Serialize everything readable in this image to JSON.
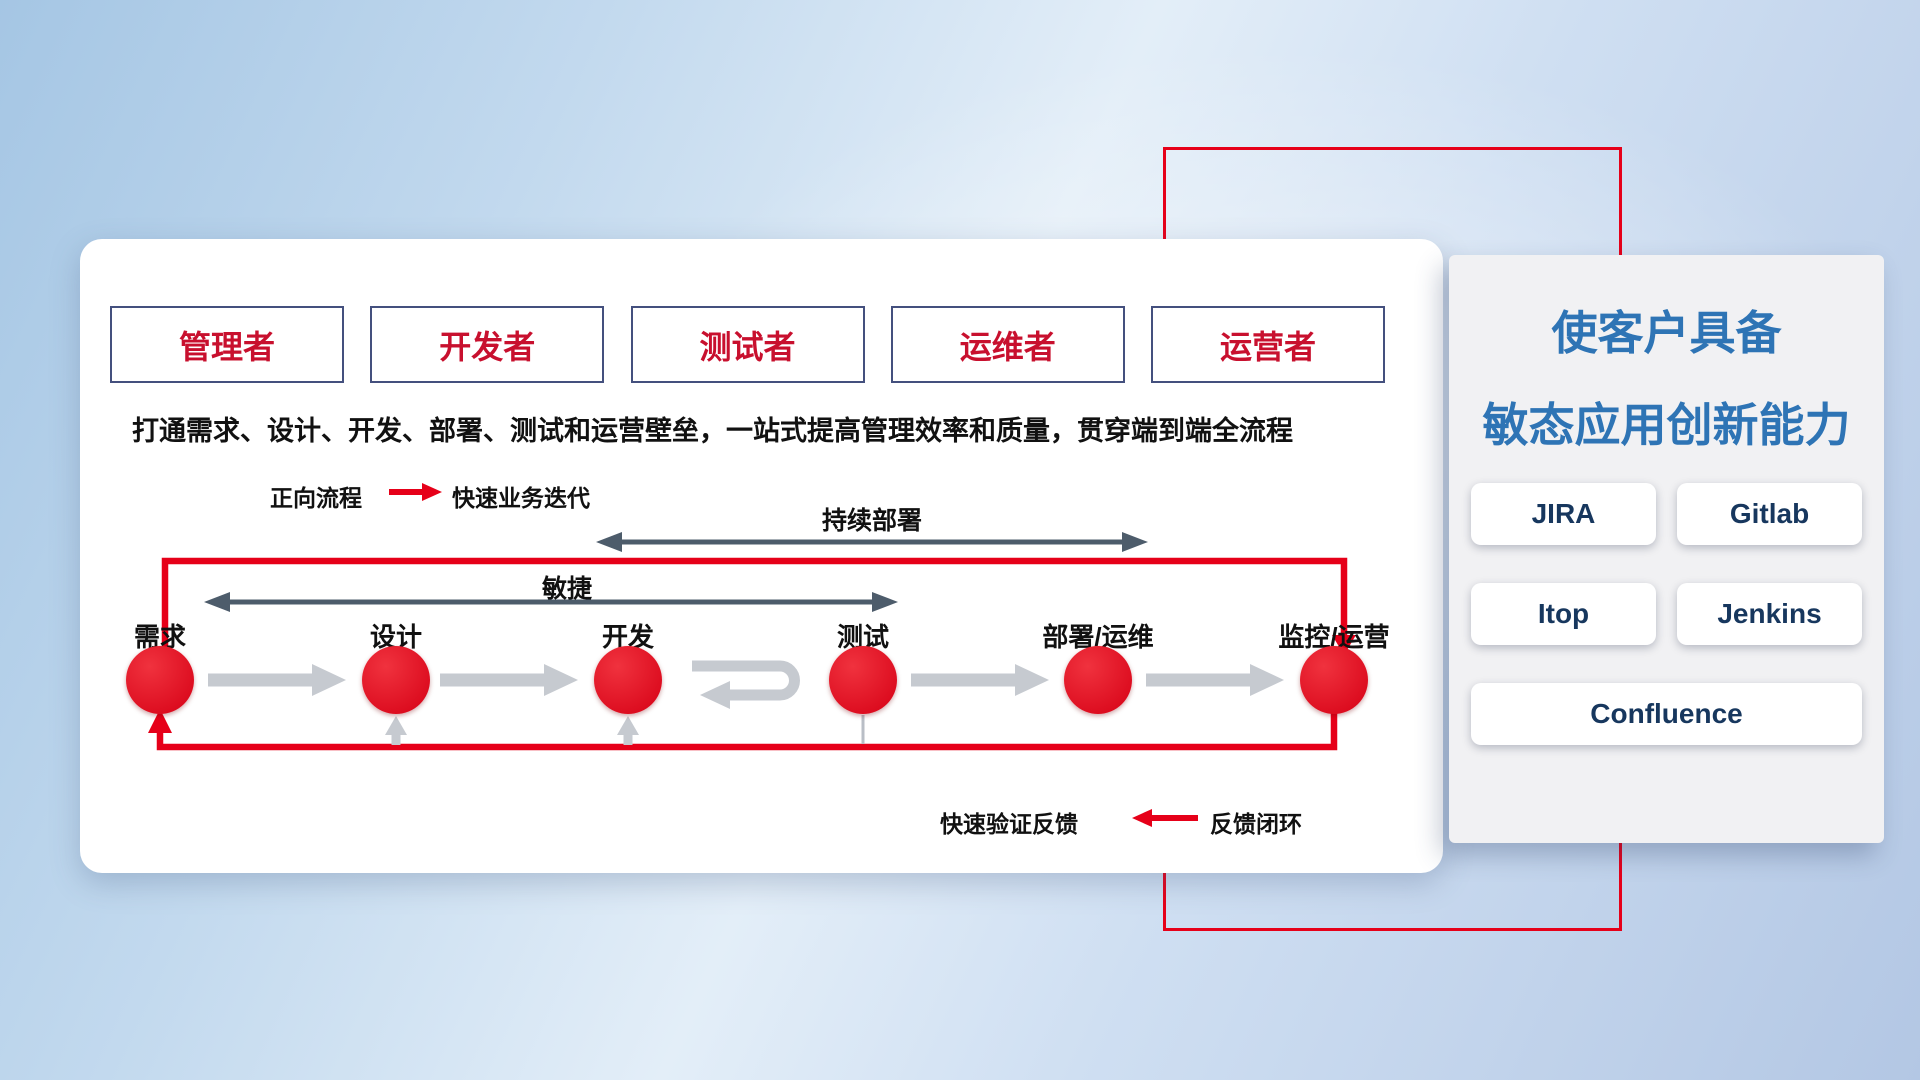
{
  "slide": {
    "roles": [
      "管理者",
      "开发者",
      "测试者",
      "运维者",
      "运营者"
    ],
    "description": "打通需求、设计、开发、部署、测试和运营壁垒，一站式提高管理效率和质量，贯穿端到端全流程",
    "legend_forward": {
      "label": "正向流程",
      "caption": "快速业务迭代"
    },
    "legend_feedback": {
      "caption": "快速验证反馈",
      "label": "反馈闭环"
    },
    "span_agile": "敏捷",
    "span_cd": "持续部署",
    "stages": [
      "需求",
      "设计",
      "开发",
      "测试",
      "部署/运维",
      "监控/运营"
    ]
  },
  "panel": {
    "title_line1": "使客户具备",
    "title_line2": "敏态应用创新能力",
    "tools": [
      "JIRA",
      "Gitlab",
      "Itop",
      "Jenkins",
      "Confluence"
    ]
  },
  "colors": {
    "accent_red": "#e60019",
    "title_blue": "#2e74b5",
    "tool_text_navy": "#17375e",
    "role_text_red": "#c8102e",
    "span_arrow_slate": "#4d5c6b",
    "flow_arrow_gray": "#c6cad0"
  }
}
